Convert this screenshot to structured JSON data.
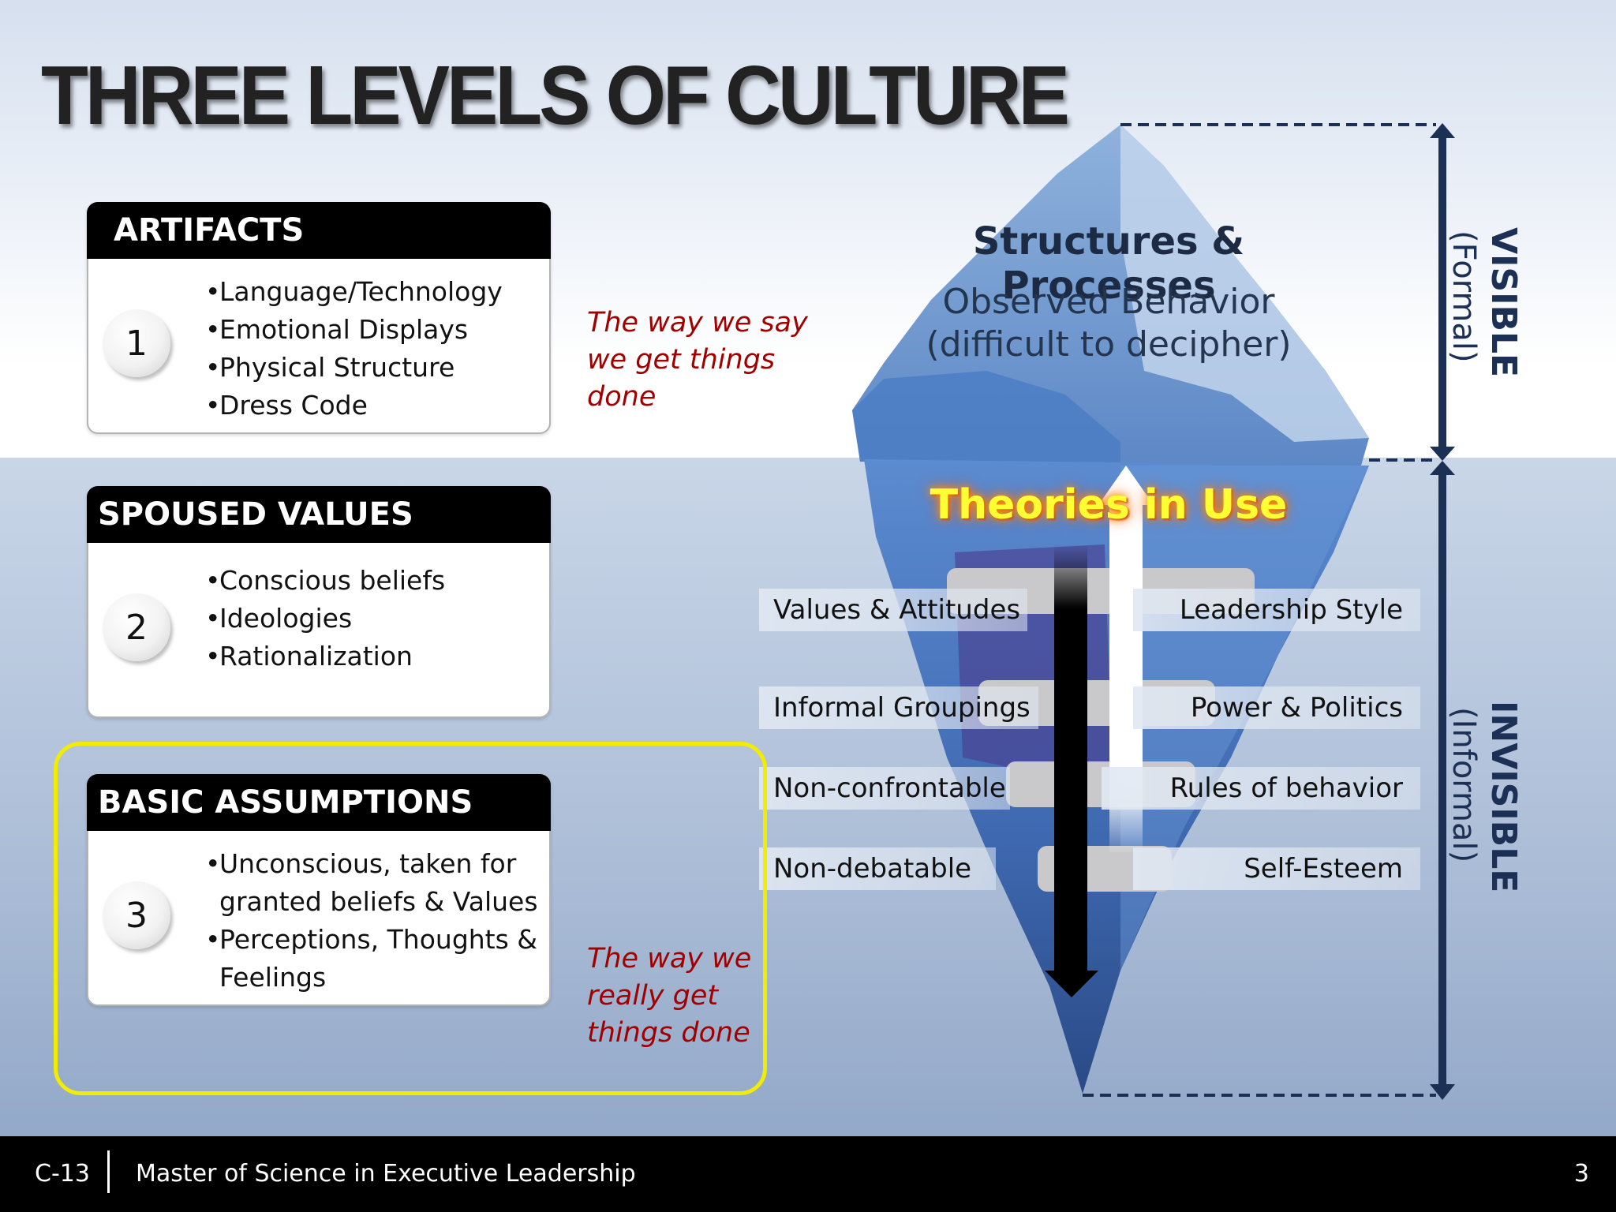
{
  "title": "THREE LEVELS OF CULTURE",
  "levels": [
    {
      "number": "1",
      "heading": "ARTIFACTS",
      "items": [
        "Language/Technology",
        "Emotional Displays",
        "Physical Structure",
        "Dress Code"
      ]
    },
    {
      "number": "2",
      "heading": "SPOUSED VALUES",
      "items": [
        "Conscious beliefs",
        "Ideologies",
        "Rationalization"
      ]
    },
    {
      "number": "3",
      "heading": "BASIC ASSUMPTIONS",
      "items": [
        "Unconscious, taken for granted beliefs & Values",
        "Perceptions, Thoughts & Feelings"
      ]
    }
  ],
  "notes": {
    "top": [
      "The way we say",
      "we get things",
      "done"
    ],
    "bottom": [
      "The way we",
      "really get",
      "things done"
    ]
  },
  "iceberg": {
    "above_title": "Structures & Processes",
    "above_sub_1": "Observed Behavior",
    "above_sub_2": "(difficult to decipher)",
    "center": "Theories in Use",
    "left_labels": [
      "Values & Attitudes",
      "Informal Groupings",
      "Non-confrontable",
      "Non-debatable"
    ],
    "right_labels": [
      "Leadership Style",
      "Power & Politics",
      "Rules of behavior",
      "Self-Esteem"
    ]
  },
  "sides": {
    "visible": "VISIBLE",
    "visible_sub": "(Formal)",
    "invisible": "INVISIBLE",
    "invisible_sub": "(Informal)"
  },
  "footer": {
    "code": "C-13",
    "program": "Master of Science in Executive Leadership",
    "page": "3"
  },
  "colors": {
    "note_red": "#a00000",
    "highlight_yellow": "#f2ec00",
    "arrow_navy": "#1c3055",
    "theories_yellow": "#ffff33"
  }
}
